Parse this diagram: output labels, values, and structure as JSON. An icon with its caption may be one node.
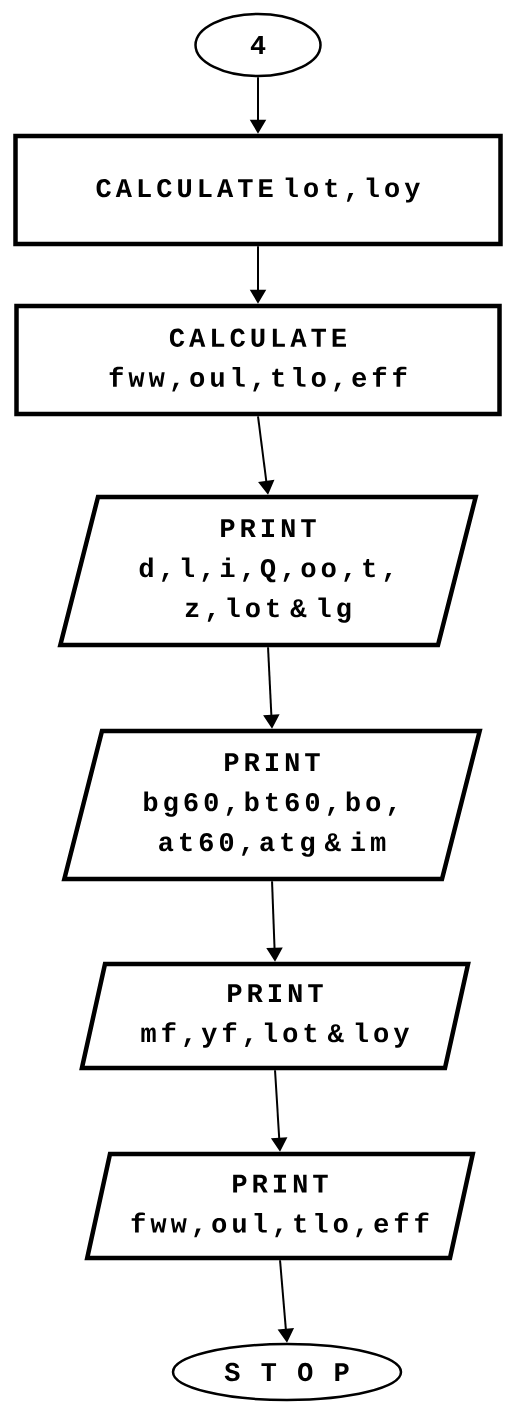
{
  "diagram": {
    "nodes": [
      {
        "text": [
          "4"
        ]
      },
      {
        "text": [
          "CALCULATE lot,loy"
        ]
      },
      {
        "text": [
          "CALCULATE",
          "fww,oul,tlo,eff"
        ]
      },
      {
        "text": [
          "PRINT",
          "d,l,i,Q,oo,t, z,lot & lg"
        ]
      },
      {
        "text": [
          "PRINT",
          "bg60,bt60,bo, at60,atg & im"
        ]
      },
      {
        "text": [
          "PRINT",
          "mf,yf,lot & loy"
        ]
      },
      {
        "text": [
          "PRINT",
          "fww,oul,tlo,eff"
        ]
      },
      {
        "text": [
          "S T O P"
        ]
      }
    ],
    "edges": [
      {
        "from": 0,
        "to": 1,
        "arrow": "to"
      },
      {
        "from": 1,
        "to": 2,
        "arrow": "to"
      },
      {
        "from": 2,
        "to": 3,
        "arrow": "to"
      },
      {
        "from": 3,
        "to": 4,
        "arrow": "to"
      },
      {
        "from": 4,
        "to": 5,
        "arrow": "to"
      },
      {
        "from": 5,
        "to": 6,
        "arrow": "to"
      },
      {
        "from": 6,
        "to": 7,
        "arrow": "to"
      }
    ]
  }
}
